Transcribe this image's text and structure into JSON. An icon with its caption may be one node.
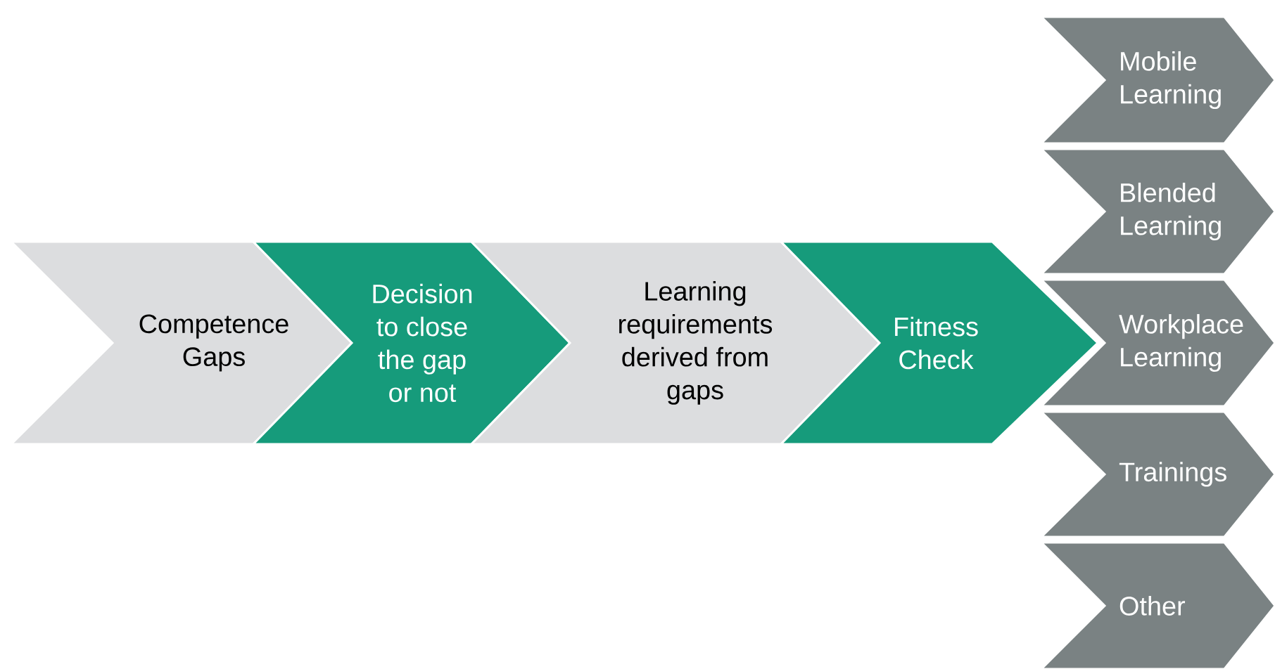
{
  "diagram": {
    "nodes": [
      {
        "text": [
          "Competence Gaps"
        ]
      },
      {
        "text": [
          "Decision to close the gap or not"
        ]
      },
      {
        "text": [
          "Learning requirements derived from gaps"
        ]
      },
      {
        "text": [
          "Fitness Check"
        ]
      },
      {
        "text": [
          "Mobile Learning"
        ]
      },
      {
        "text": [
          "Blended Learning"
        ]
      },
      {
        "text": [
          "Workplace Learning"
        ]
      },
      {
        "text": [
          "Trainings"
        ]
      },
      {
        "text": [
          "Other"
        ]
      }
    ]
  }
}
